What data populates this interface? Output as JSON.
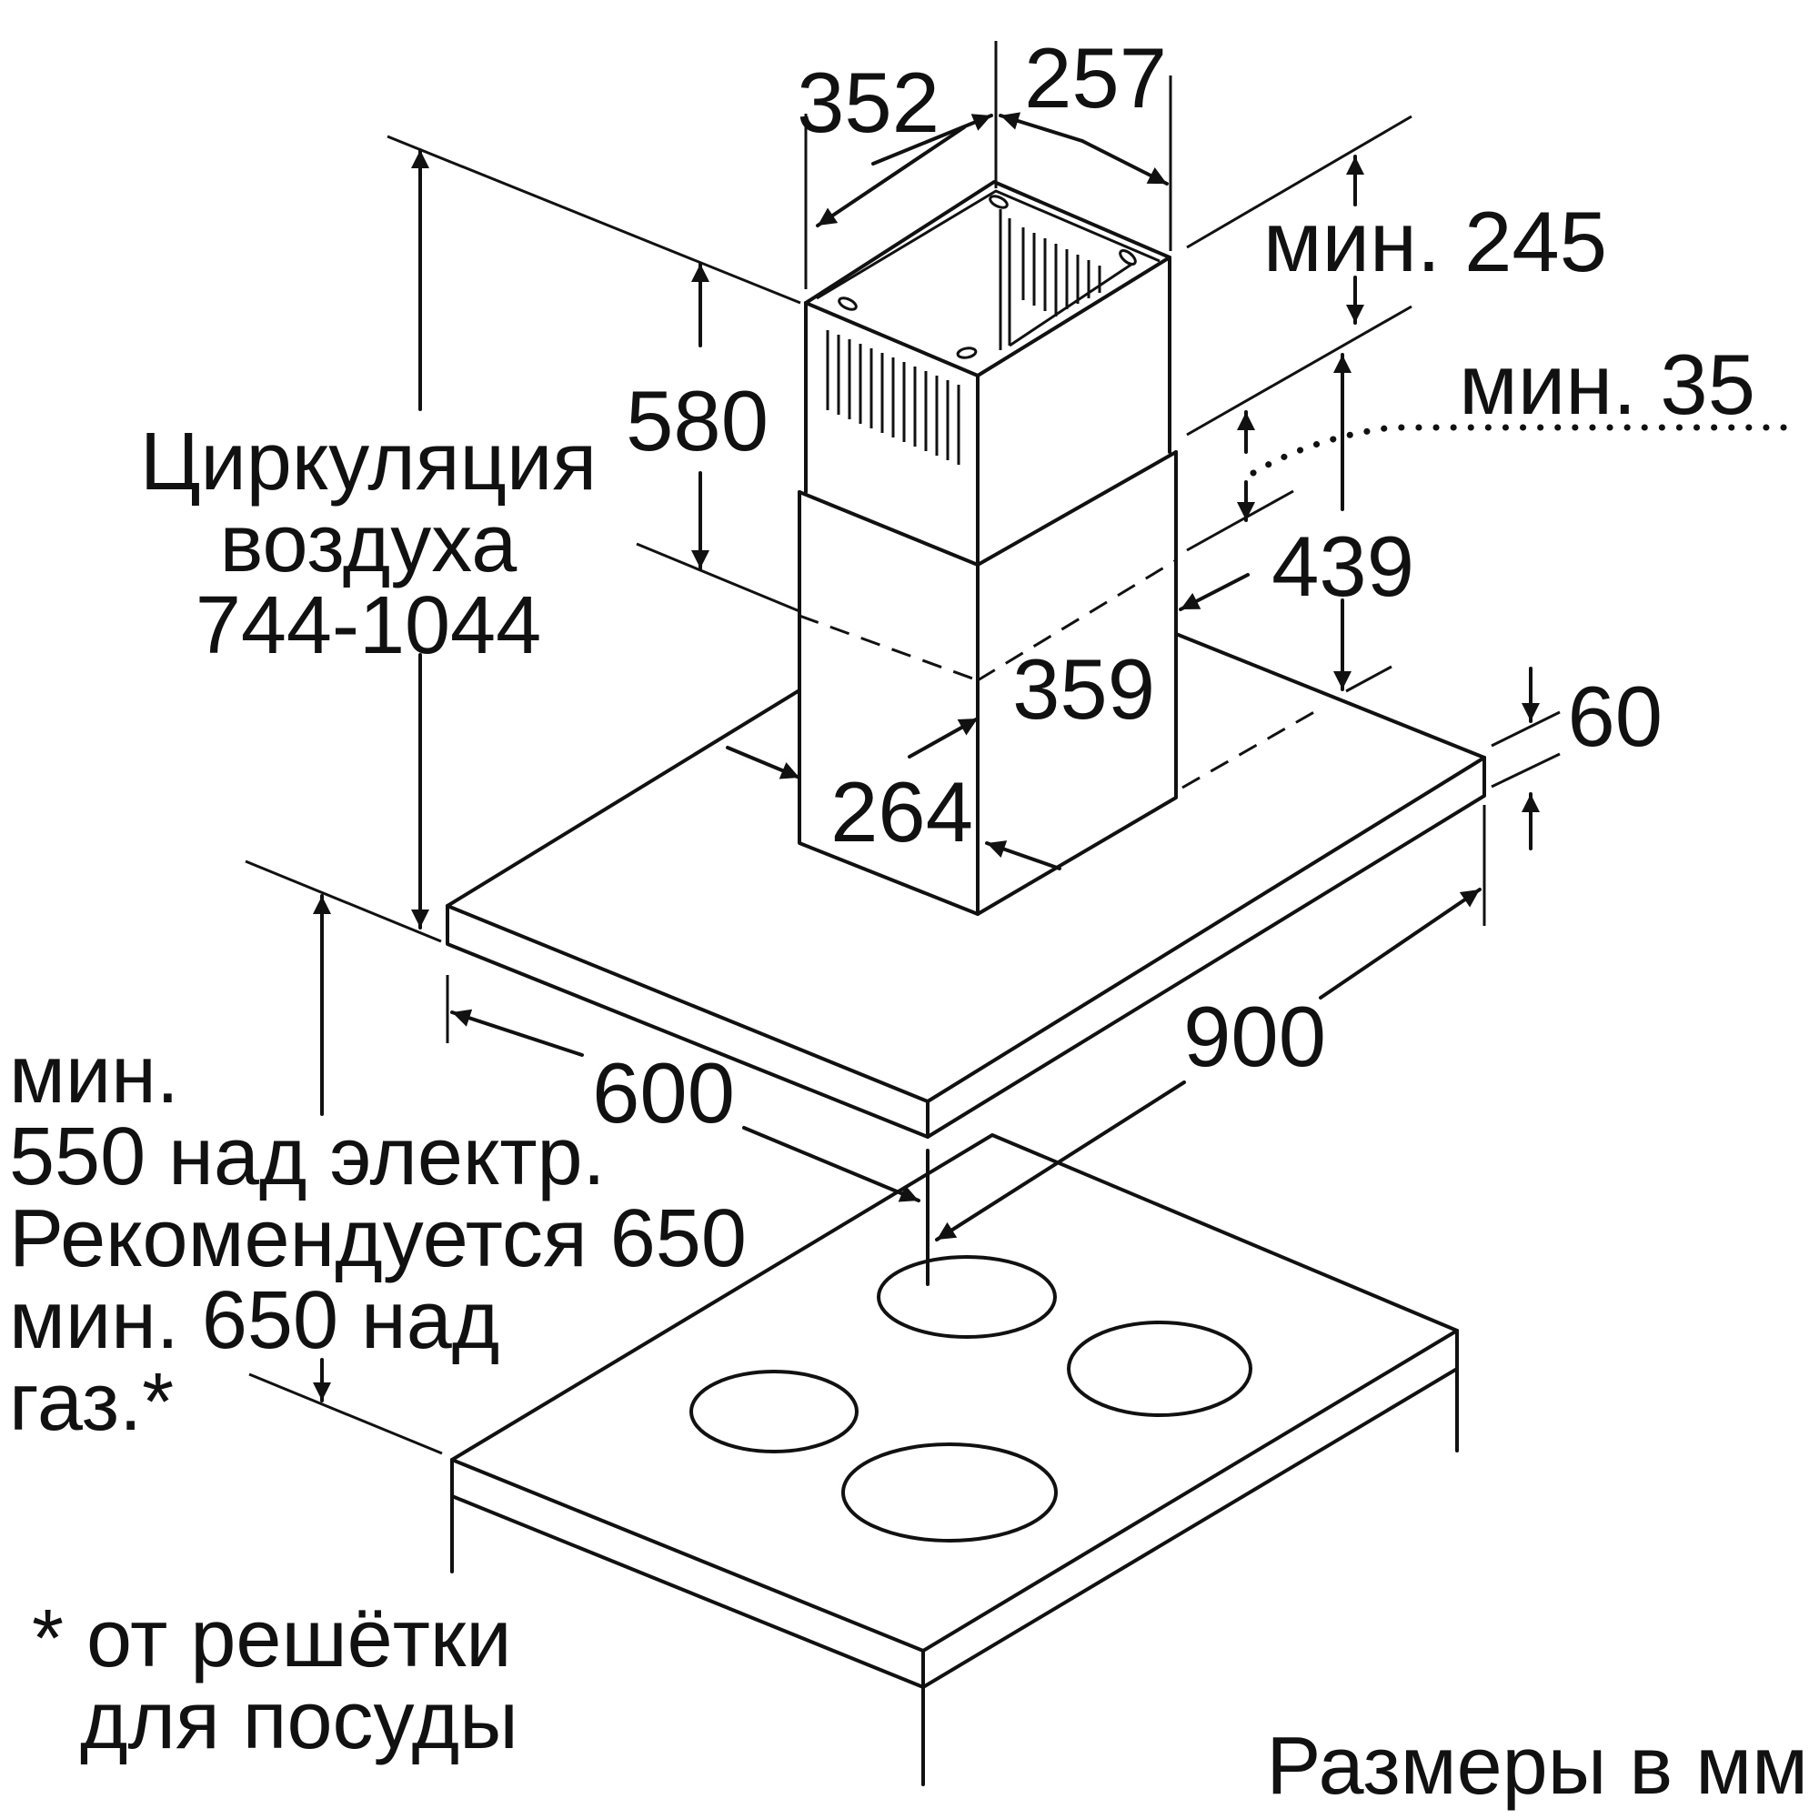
{
  "dimensions": {
    "duct_depth": "352",
    "duct_width": "257",
    "min_top_clearance": "мин. 245",
    "min_overlap": "мин. 35",
    "upper_duct_height": "580",
    "lower_duct_height": "439",
    "lower_duct_width": "359",
    "lower_duct_depth": "264",
    "canopy_thickness": "60",
    "canopy_width": "900",
    "canopy_depth": "600"
  },
  "circulation": {
    "line1": "Циркуляция",
    "line2": "воздуха",
    "line3": "744-1044"
  },
  "install_height": {
    "line1": "мин.",
    "line2": "550 над электр.",
    "line3": "Рекомендуется 650",
    "line4": "мин. 650 над",
    "line5": "газ.*"
  },
  "footnote": {
    "line1": "* от решётки",
    "line2": "для посуды"
  },
  "units_note": "Размеры в мм"
}
